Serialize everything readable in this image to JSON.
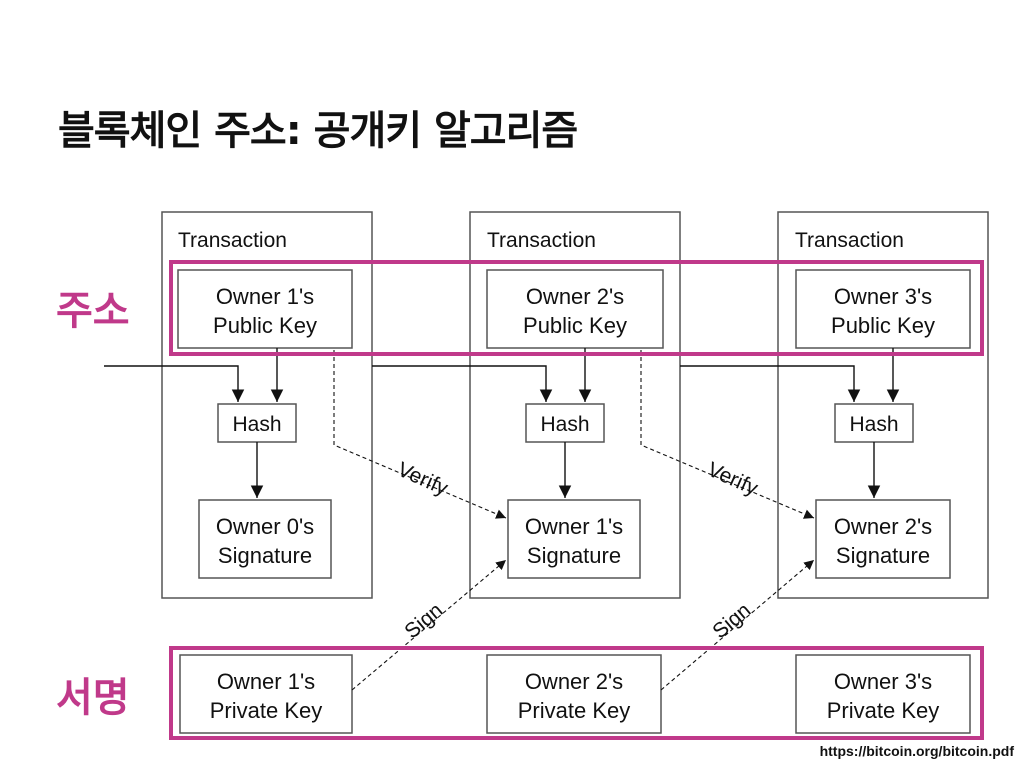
{
  "slide": {
    "title": "블록체인 주소: 공개키 알고리즘",
    "label_address": "주소",
    "label_signature": "서명",
    "source": "https://bitcoin.org/bitcoin.pdf"
  },
  "diagram": {
    "transactions": [
      {
        "header": "Transaction",
        "public_key": [
          "Owner 1's",
          "Public Key"
        ],
        "hash": "Hash",
        "signature": [
          "Owner 0's",
          "Signature"
        ],
        "private_key": [
          "Owner 1's",
          "Private Key"
        ]
      },
      {
        "header": "Transaction",
        "public_key": [
          "Owner 2's",
          "Public Key"
        ],
        "hash": "Hash",
        "signature": [
          "Owner 1's",
          "Signature"
        ],
        "private_key": [
          "Owner 2's",
          "Private Key"
        ]
      },
      {
        "header": "Transaction",
        "public_key": [
          "Owner 3's",
          "Public Key"
        ],
        "hash": "Hash",
        "signature": [
          "Owner 2's",
          "Signature"
        ],
        "private_key": [
          "Owner 3's",
          "Private Key"
        ]
      }
    ],
    "verify_label": "Verify",
    "sign_label": "Sign",
    "colors": {
      "highlight": "#c0398a",
      "line": "#111111",
      "box": "#555555"
    }
  }
}
